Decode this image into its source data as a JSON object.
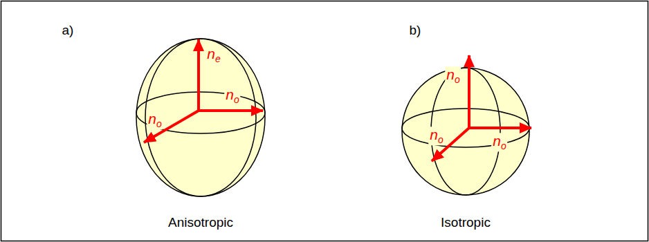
{
  "diagram": {
    "labels": [
      "a)",
      "ne",
      "no",
      "no",
      "b)",
      "no",
      "no",
      "no",
      "Anisotropic",
      "Isotropic"
    ]
  }
}
